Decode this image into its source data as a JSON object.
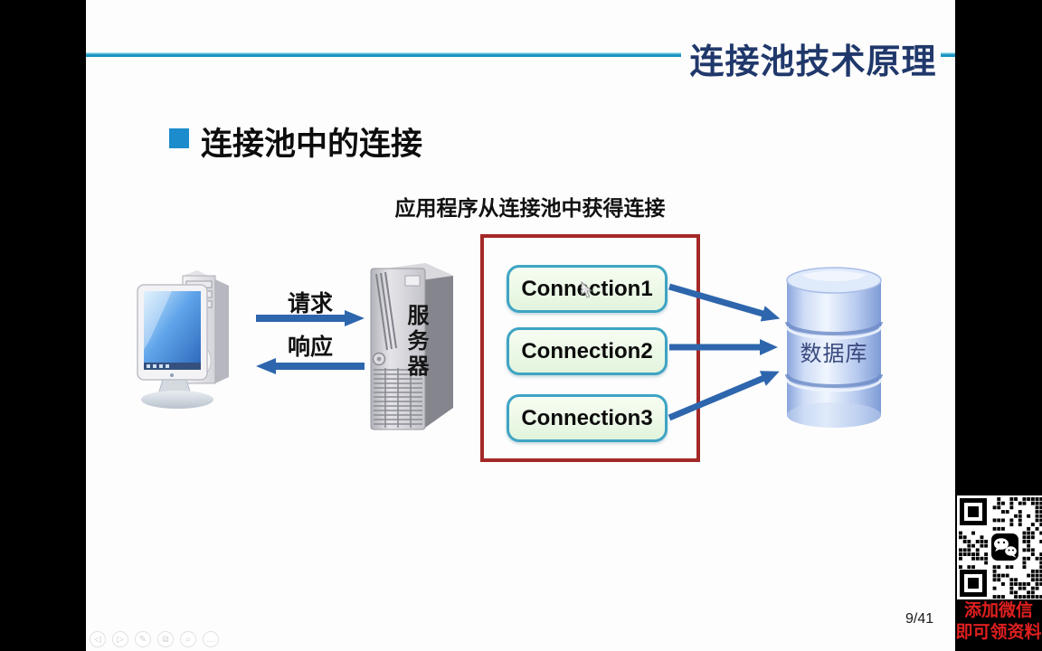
{
  "slide": {
    "title": "连接池技术原理",
    "section_heading": "连接池中的连接",
    "diagram": {
      "caption": "应用程序从连接池中获得连接",
      "request_label": "请求",
      "response_label": "响应",
      "server_label": "服务器",
      "pool_connections": [
        "Connection1",
        "Connection2",
        "Connection3"
      ],
      "database_label": "数据库"
    },
    "page_indicator": "9/41"
  },
  "sidebar_overlay": {
    "promo_line1": "添加微信",
    "promo_line2": "即可领资料"
  },
  "player_controls": {
    "items": [
      {
        "name": "previous",
        "glyph": "◁"
      },
      {
        "name": "next",
        "glyph": "▷"
      },
      {
        "name": "annotate",
        "glyph": "✎"
      },
      {
        "name": "copy",
        "glyph": "⧉"
      },
      {
        "name": "magnify",
        "glyph": "⌕"
      },
      {
        "name": "more",
        "glyph": "…"
      }
    ]
  },
  "colors": {
    "title_navy": "#20386b",
    "divider_teal": "#1d96c0",
    "bullet_blue": "#1c8ccc",
    "arrow_blue": "#2e66ad",
    "pool_border_red": "#a52828",
    "connection_border": "#3ea4c4",
    "connection_fill": "#e8f7e2",
    "database_text": "#39497e",
    "promo_red": "#e01f1f"
  }
}
